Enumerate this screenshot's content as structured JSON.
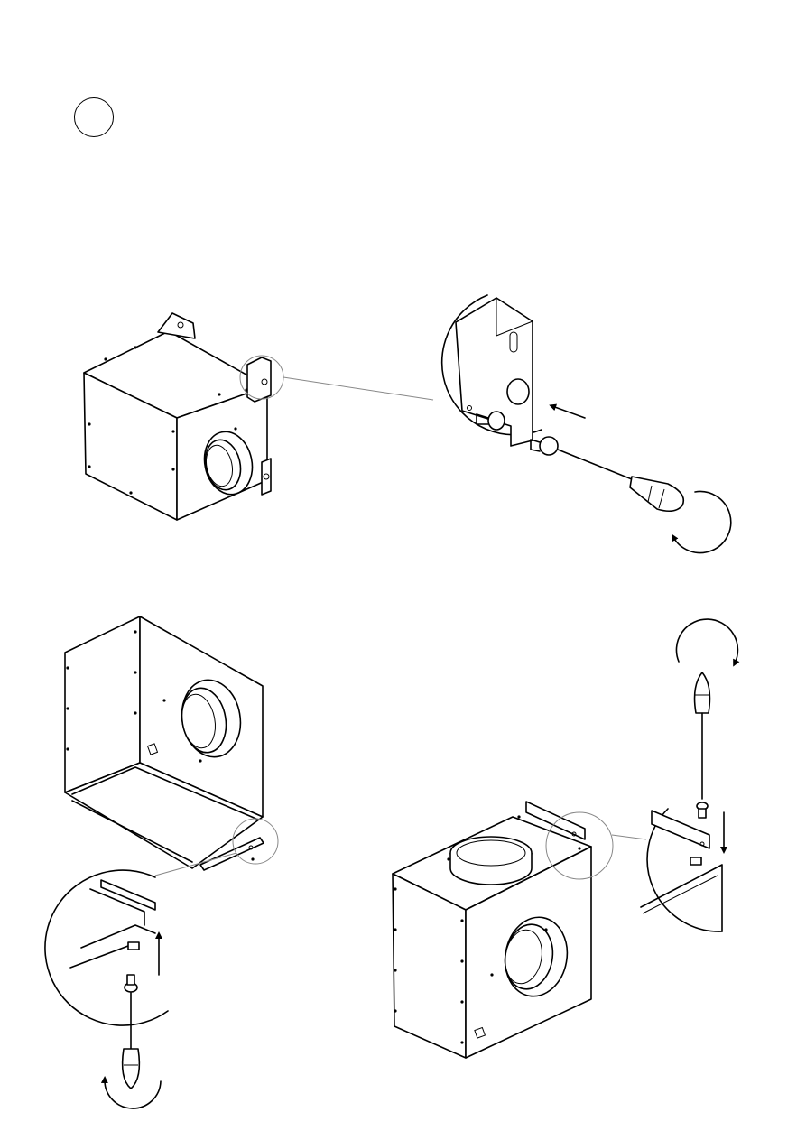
{
  "step": {
    "number": ""
  },
  "figures": [
    {
      "id": "wall-mount-bracket-fixing",
      "icons": [
        "fan-box",
        "bracket",
        "screw",
        "screwdriver",
        "push-arrow",
        "rotate-arrow",
        "zoom-circle"
      ]
    },
    {
      "id": "ceiling-mount-from-below",
      "icons": [
        "fan-box",
        "mounting-rail",
        "screw",
        "screwdriver",
        "up-arrow",
        "rotate-arrow",
        "zoom-circle"
      ]
    },
    {
      "id": "top-mount-rail-fixing",
      "icons": [
        "fan-box",
        "mounting-rail",
        "screw",
        "screwdriver",
        "down-arrow",
        "rotate-arrow",
        "zoom-circle"
      ]
    }
  ],
  "colors": {
    "line": "#000000",
    "leader": "#888888",
    "background": "#ffffff"
  }
}
